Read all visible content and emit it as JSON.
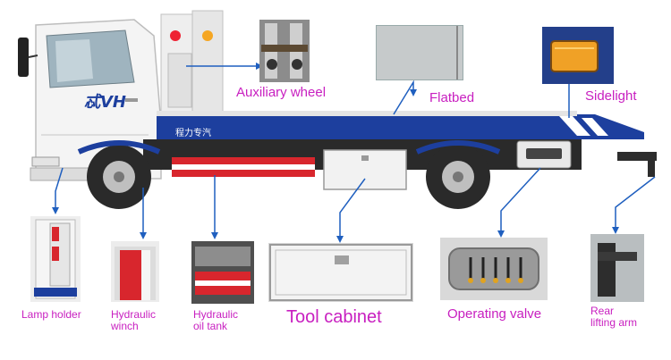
{
  "truck": {
    "cab_brand": "忒VH",
    "side_text": "程力专汽"
  },
  "labels": {
    "auxiliary_wheel": "Auxiliary wheel",
    "flatbed": "Flatbed",
    "sidelight": "Sidelight",
    "lamp_holder": "Lamp holder",
    "hydraulic_winch": "Hydraulic\nwinch",
    "hydraulic_oil_tank": "Hydraulic\noil tank",
    "tool_cabinet": "Tool cabinet",
    "operating_valve": "Operating valve",
    "rear_lifting_arm": "Rear\nlifting arm"
  },
  "colors": {
    "label": "#c81fc0",
    "leader_line": "#1f5fbf",
    "truck_blue": "#1d3f9e",
    "truck_red": "#d8262d",
    "cab_white": "#f4f4f4",
    "sidelight_amber": "#f0a126"
  }
}
